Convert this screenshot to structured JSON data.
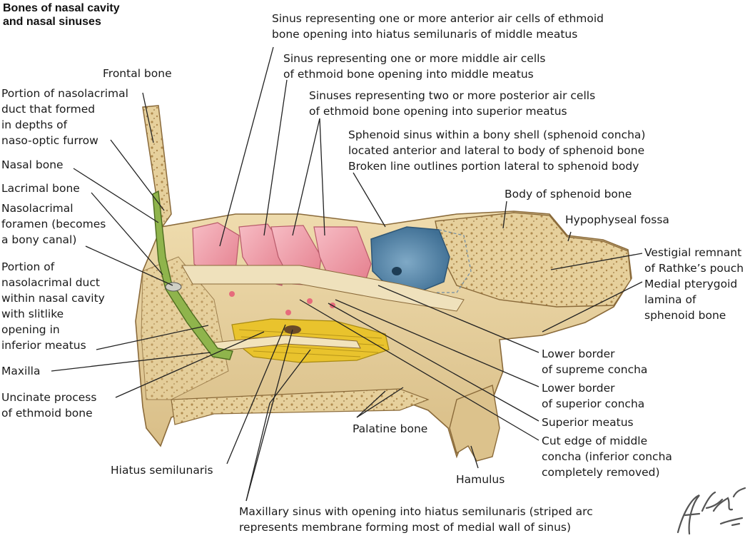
{
  "title": [
    "Bones of nasal cavity",
    "and nasal sinuses"
  ],
  "labels": {
    "ant_ethmoid": [
      "Sinus representing one or more anterior air cells of ethmoid",
      "bone opening into hiatus semilunaris of middle meatus"
    ],
    "mid_ethmoid": [
      "Sinus representing one or more middle air cells",
      "of ethmoid bone opening into middle meatus"
    ],
    "post_ethmoid": [
      "Sinuses representing two or more posterior air cells",
      "of ethmoid bone opening into superior meatus"
    ],
    "sphenoid_sinus": [
      "Sphenoid sinus within a bony shell (sphenoid concha)",
      "located anterior and lateral to body of sphenoid bone",
      "Broken line outlines portion lateral to sphenoid body"
    ],
    "body_sphenoid": [
      "Body of sphenoid bone"
    ],
    "hypophyseal": [
      "Hypophyseal fossa"
    ],
    "rathke": [
      "Vestigial remnant",
      "of Rathke’s pouch"
    ],
    "pterygoid": [
      "Medial pterygoid",
      "lamina of",
      "sphenoid bone"
    ],
    "supreme": [
      "Lower border",
      "of supreme concha"
    ],
    "superior_concha": [
      "Lower border",
      "of superior concha"
    ],
    "superior_meatus": [
      "Superior meatus"
    ],
    "cut_edge": [
      "Cut edge of middle",
      "concha (inferior concha",
      "completely removed)"
    ],
    "hamulus": [
      "Hamulus"
    ],
    "palatine": [
      "Palatine bone"
    ],
    "maxillary": [
      "Maxillary sinus with opening into hiatus semilunaris (striped arc",
      "represents membrane forming most of medial wall of sinus)"
    ],
    "hiatus": [
      "Hiatus semilunaris"
    ],
    "frontal": [
      "Frontal bone"
    ],
    "nasolacrimal_depth": [
      "Portion of nasolacrimal",
      "duct that formed",
      "in depths  of",
      "naso-optic furrow"
    ],
    "nasal": [
      "Nasal bone"
    ],
    "lacrimal": [
      "Lacrimal bone"
    ],
    "foramen": [
      "Nasolacrimal",
      "foramen (becomes",
      "a bony canal)"
    ],
    "nasolacrimal_cavity": [
      "Portion of",
      "nasolacrimal duct",
      "within nasal cavity",
      "with slitlike",
      "opening in",
      "inferior meatus"
    ],
    "maxilla": [
      "Maxilla"
    ],
    "uncinate": [
      "Uncinate process",
      "of ethmoid bone"
    ]
  },
  "signature": "F. Netter M.D.",
  "colors": {
    "bone": "#e8d3a2",
    "bone_dark": "#c9ad78",
    "ethmoid_sinus": "#ef9aa6",
    "sphenoid_sinus": "#5b8fb3",
    "concha": "#e8c22a",
    "duct": "#8bb04a",
    "leader": "#222222"
  }
}
